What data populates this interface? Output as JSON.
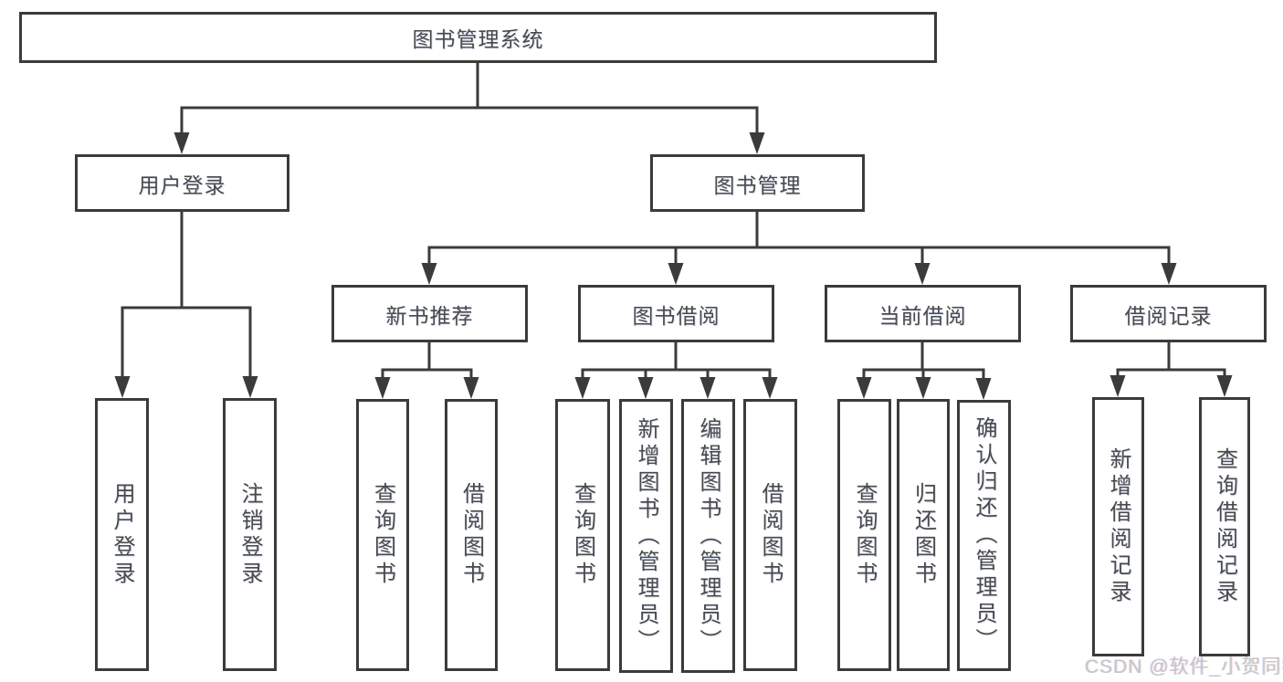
{
  "colors": {
    "line": "#3b3b3b",
    "box_border": "#3b3b3b",
    "box_fill": "#ffffff",
    "text": "#4a4a4a",
    "watermark": "#c6c6c6",
    "background": "#ffffff"
  },
  "watermark": {
    "text": "CSDN @软件_小贺同学"
  },
  "diagram": {
    "nodes": {
      "root": "图书管理系统",
      "user_login": "用户登录",
      "book_mgmt": "图书管理",
      "new_book_rec": "新书推荐",
      "book_borrow": "图书借阅",
      "current_borrow": "当前借阅",
      "borrow_records": "借阅记录",
      "ul_user_login": "用户登录",
      "ul_logout": "注销登录",
      "nb_query_book": "查询图书",
      "nb_borrow_book": "借阅图书",
      "bb_query_book": "查询图书",
      "bb_add_book": "新增图书（管理员）",
      "bb_edit_book": "编辑图书（管理员）",
      "bb_borrow_book": "借阅图书",
      "cb_query_book": "查询图书",
      "cb_return_book": "归还图书",
      "cb_confirm_return": "确认归还（管理员）",
      "br_add_record": "新增借阅记录",
      "br_query_record": "查询借阅记录"
    }
  }
}
